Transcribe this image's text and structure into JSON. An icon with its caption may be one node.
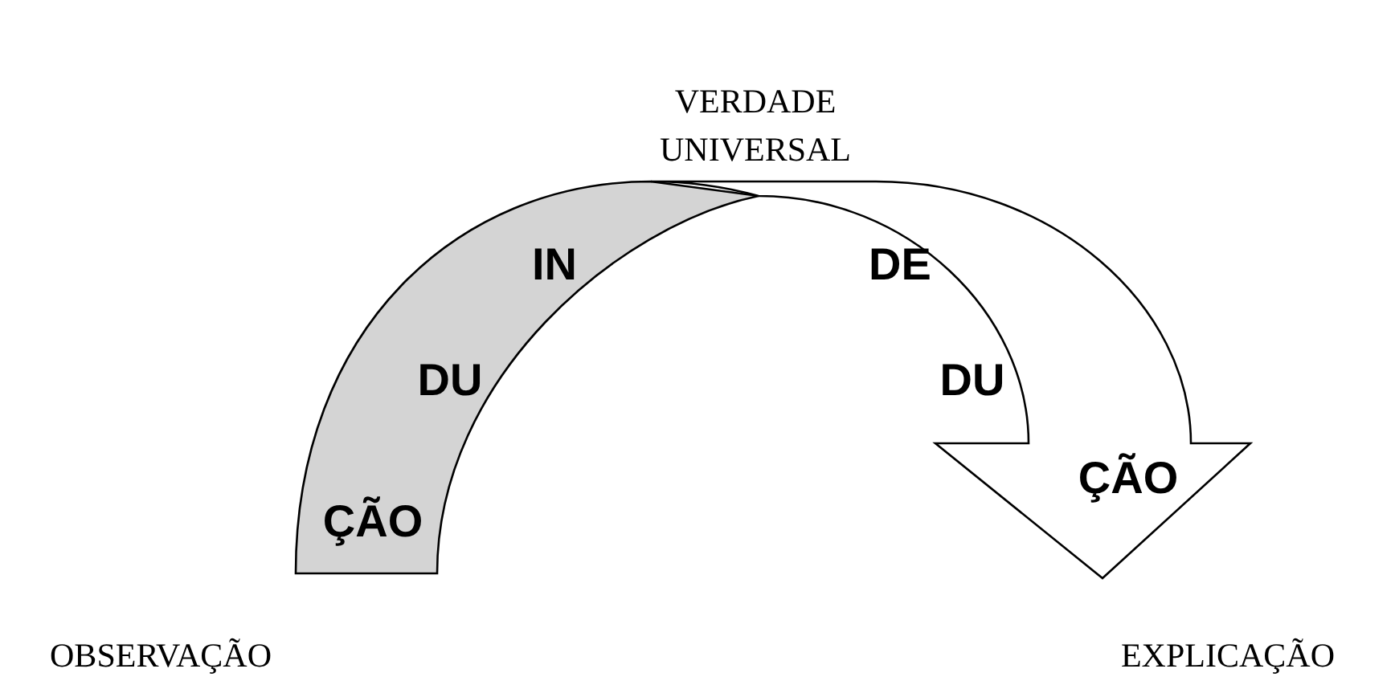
{
  "diagram": {
    "nodes": [
      {
        "text": [
          "IN",
          "DU",
          "ÇÃO"
        ]
      },
      {
        "text": [
          "DE",
          "DU",
          "ÇÃO"
        ]
      }
    ],
    "labels": [
      "VERDADE UNIVERSAL",
      "OBSERVAÇÃO",
      "EXPLICAÇÃO"
    ]
  }
}
